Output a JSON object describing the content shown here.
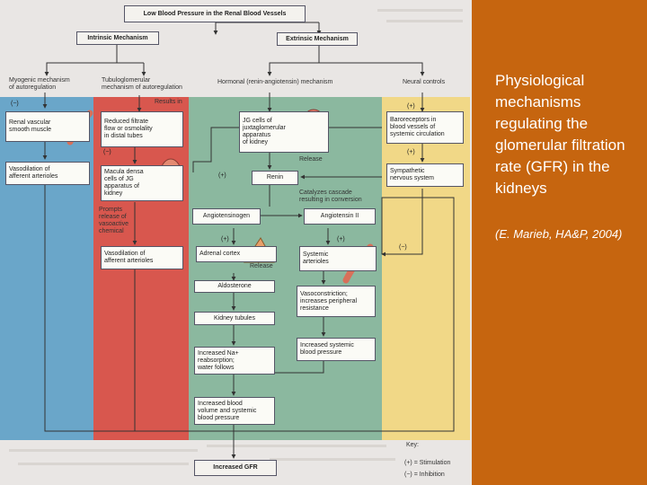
{
  "caption": {
    "title": "Physiological mechanisms regulating the glomerular filtration rate (GFR) in the kidneys",
    "source": "(E. Marieb, HA&P, 2004)"
  },
  "colors": {
    "blue_column": "#6aa6c9",
    "red_column": "#d8574e",
    "green_column": "#8bb89f",
    "yellow_column": "#f1d887",
    "right_panel": "#c6650f",
    "figure_bg": "#e9e6e4"
  },
  "diagram": {
    "top": "Low Blood Pressure in the Renal Blood Vessels",
    "intrinsic": "Intrinsic Mechanism",
    "extrinsic": "Extrinsic Mechanism",
    "myogenic": "Myogenic mechanism\nof autoregulation",
    "tubuloglomerular": "Tubuloglomerular\nmechanism of autoregulation",
    "hormonal": "Hormonal (renin-angiotensin) mechanism",
    "neural": "Neural controls",
    "results_in": "Results in",
    "renal_vascular": "Renal vascular\nsmooth muscle",
    "reduced_filtrate": "Reduced filtrate\nflow or osmolality\nin distal tubes",
    "jg_cells": "JG cells of\njuxtaglomerular\napparatus\nof kidney",
    "baroreceptors": "Baroreceptors in\nblood vessels of\nsystemic circulation",
    "vasodilation_afferent": "Vasodilation of\nafferent arterioles",
    "macula_densa": "Macula densa\ncells of JG\napparatus of\nkidney",
    "release": "Release",
    "renin": "Renin",
    "sympathetic": "Sympathetic\nnervous system",
    "catalyzes": "Catalyzes cascade\nresulting in conversion",
    "prompts": "Prompts\nrelease of\nvasoactive\nchemical",
    "angiotensinogen": "Angiotensinogen",
    "angiotensin2": "Angiotensin II",
    "vasodilation_afferent2": "Vasodilation of\nafferent arterioles",
    "adrenal_cortex": "Adrenal cortex",
    "systemic_arterioles": "Systemic\narterioles",
    "release2": "Release",
    "aldosterone": "Aldosterone",
    "vasoconstriction": "Vasoconstriction;\nincreases peripheral\nresistance",
    "kidney_tubules": "Kidney tubules",
    "increased_na": "Increased Na+\nreabsorption;\nwater follows",
    "increased_bp": "Increased systemic\nblood pressure",
    "increased_volume": "Increased blood\nvolume and systemic\nblood pressure",
    "increased_gfr": "Increased GFR",
    "key_title": "Key:",
    "key_stim": "(+) = Stimulation",
    "key_inhib": "(−) = Inhibition",
    "minus": "(−)",
    "plus": "(+)"
  }
}
